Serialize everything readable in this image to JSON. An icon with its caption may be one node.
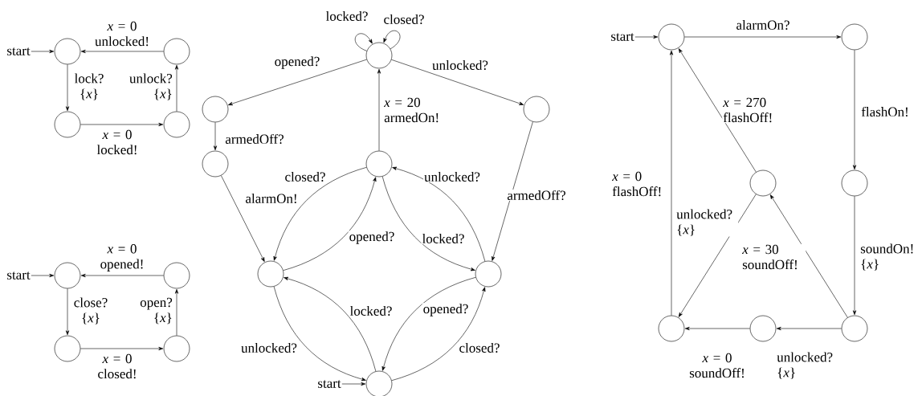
{
  "diagram": {
    "nodes": [
      {
        "text": [
          "start"
        ]
      },
      {
        "text": [],
        "shape": "circle"
      },
      {
        "text": [],
        "shape": "circle"
      },
      {
        "text": [],
        "shape": "circle"
      },
      {
        "text": [],
        "shape": "circle"
      },
      {
        "text": [
          "start"
        ]
      },
      {
        "text": [],
        "shape": "circle"
      },
      {
        "text": [],
        "shape": "circle"
      },
      {
        "text": [],
        "shape": "circle"
      },
      {
        "text": [],
        "shape": "circle"
      },
      {
        "text": [],
        "shape": "circle"
      },
      {
        "text": [],
        "shape": "circle"
      },
      {
        "text": [],
        "shape": "circle"
      },
      {
        "text": [],
        "shape": "circle"
      },
      {
        "text": [],
        "shape": "circle"
      },
      {
        "text": [],
        "shape": "circle"
      },
      {
        "text": [],
        "shape": "circle"
      },
      {
        "text": [
          "start"
        ]
      },
      {
        "text": [],
        "shape": "circle"
      },
      {
        "text": [
          "start"
        ]
      },
      {
        "text": [],
        "shape": "circle"
      },
      {
        "text": [],
        "shape": "circle"
      },
      {
        "text": [],
        "shape": "circle"
      },
      {
        "text": [],
        "shape": "circle"
      },
      {
        "text": [],
        "shape": "circle"
      },
      {
        "text": [],
        "shape": "circle"
      },
      {
        "text": [],
        "shape": "circle"
      }
    ],
    "edges": [
      {
        "from": 0,
        "to": 1,
        "arrow": "to"
      },
      {
        "from": 1,
        "to": 3,
        "arrow": "to",
        "label": "lock? {*x*}"
      },
      {
        "from": 3,
        "to": 4,
        "arrow": "to",
        "label": "*x* = 0 locked!"
      },
      {
        "from": 4,
        "to": 2,
        "arrow": "to",
        "label": "unlock? {*x*}"
      },
      {
        "from": 2,
        "to": 1,
        "arrow": "to",
        "label": "*x* = 0 unlocked!"
      },
      {
        "from": 5,
        "to": 6,
        "arrow": "to"
      },
      {
        "from": 6,
        "to": 8,
        "arrow": "to",
        "label": "close? {*x*}"
      },
      {
        "from": 8,
        "to": 9,
        "arrow": "to",
        "label": "*x* = 0 closed!"
      },
      {
        "from": 9,
        "to": 7,
        "arrow": "to",
        "label": "open? {*x*}"
      },
      {
        "from": 7,
        "to": 6,
        "arrow": "to",
        "label": "*x* = 0 opened!"
      },
      {
        "from": 10,
        "to": 10,
        "arrow": "to",
        "label": "locked?"
      },
      {
        "from": 10,
        "to": 10,
        "arrow": "to",
        "label": "closed?"
      },
      {
        "from": 10,
        "to": 11,
        "arrow": "to",
        "label": "opened?"
      },
      {
        "from": 10,
        "to": 12,
        "arrow": "to",
        "label": "unlocked?"
      },
      {
        "from": 11,
        "to": 13,
        "arrow": "to",
        "label": "armedOff?"
      },
      {
        "from": 13,
        "to": 15,
        "arrow": "to",
        "label": "alarmOn!"
      },
      {
        "from": 12,
        "to": 16,
        "arrow": "to",
        "label": "armedOff?"
      },
      {
        "from": 14,
        "to": 10,
        "arrow": "to",
        "label": "*x* = 20 armedOn!"
      },
      {
        "from": 14,
        "to": 15,
        "arrow": "to",
        "label": "closed?"
      },
      {
        "from": 15,
        "to": 14,
        "arrow": "to",
        "label": "opened?"
      },
      {
        "from": 14,
        "to": 16,
        "arrow": "to",
        "label": "locked?"
      },
      {
        "from": 16,
        "to": 14,
        "arrow": "to",
        "label": "unlocked?"
      },
      {
        "from": 18,
        "to": 15,
        "arrow": "to",
        "label": "locked?"
      },
      {
        "from": 15,
        "to": 18,
        "arrow": "to",
        "label": "unlocked?"
      },
      {
        "from": 16,
        "to": 18,
        "arrow": "to",
        "label": "opened?"
      },
      {
        "from": 18,
        "to": 16,
        "arrow": "to",
        "label": "closed?"
      },
      {
        "from": 17,
        "to": 18,
        "arrow": "to"
      },
      {
        "from": 19,
        "to": 20,
        "arrow": "to"
      },
      {
        "from": 20,
        "to": 21,
        "arrow": "to",
        "label": "alarmOn?"
      },
      {
        "from": 21,
        "to": 23,
        "arrow": "to",
        "label": "flashOn!"
      },
      {
        "from": 23,
        "to": 26,
        "arrow": "to",
        "label": "soundOn! {*x*}"
      },
      {
        "from": 26,
        "to": 25,
        "arrow": "to",
        "label": "unlocked? {*x*}"
      },
      {
        "from": 25,
        "to": 24,
        "arrow": "to",
        "label": "*x* = 0 soundOff!"
      },
      {
        "from": 24,
        "to": 20,
        "arrow": "to",
        "label": "*x* = 0 flashOff!"
      },
      {
        "from": 22,
        "to": 20,
        "arrow": "to",
        "label": "*x* = 270 flashOff!"
      },
      {
        "from": 22,
        "to": 24,
        "arrow": "to",
        "label": "unlocked? {*x*}"
      },
      {
        "from": 26,
        "to": 22,
        "arrow": "to",
        "label": "*x* = 30 soundOff!"
      }
    ]
  }
}
